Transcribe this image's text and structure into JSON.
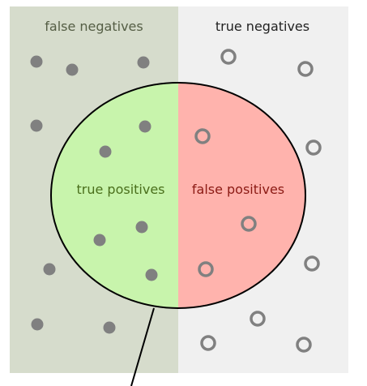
{
  "labels": {
    "false_negatives": "false negatives",
    "true_negatives": "true negatives",
    "true_positives": "true positives",
    "false_positives": "false positives"
  },
  "colors": {
    "left_panel": "#d6dccc",
    "right_panel": "#f0f0f0",
    "circle_left": "#c8f4ac",
    "circle_right": "#ffb3ad",
    "dot_fill": "#808080",
    "ring_stroke": "#808080",
    "outline": "#000000",
    "text_false_negatives": "#555e45",
    "text_true_negatives": "#222222",
    "text_true_positives": "#4a6f1c",
    "text_false_positives": "#8b1a14"
  },
  "icons": {
    "relevant_element": "filled-dot",
    "irrelevant_element": "hollow-ring"
  }
}
